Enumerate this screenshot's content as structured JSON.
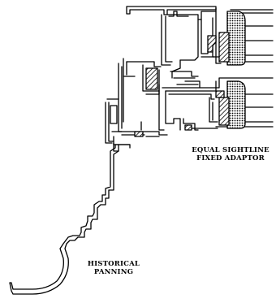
{
  "labels": {
    "adaptor_line1": "EQUAL SIGHTLINE",
    "adaptor_line2": "FIXED ADAPTOR",
    "panning_line1": "HISTORICAL",
    "panning_line2": "PANNING"
  },
  "colors": {
    "line": "#000000",
    "background": "#ffffff"
  }
}
